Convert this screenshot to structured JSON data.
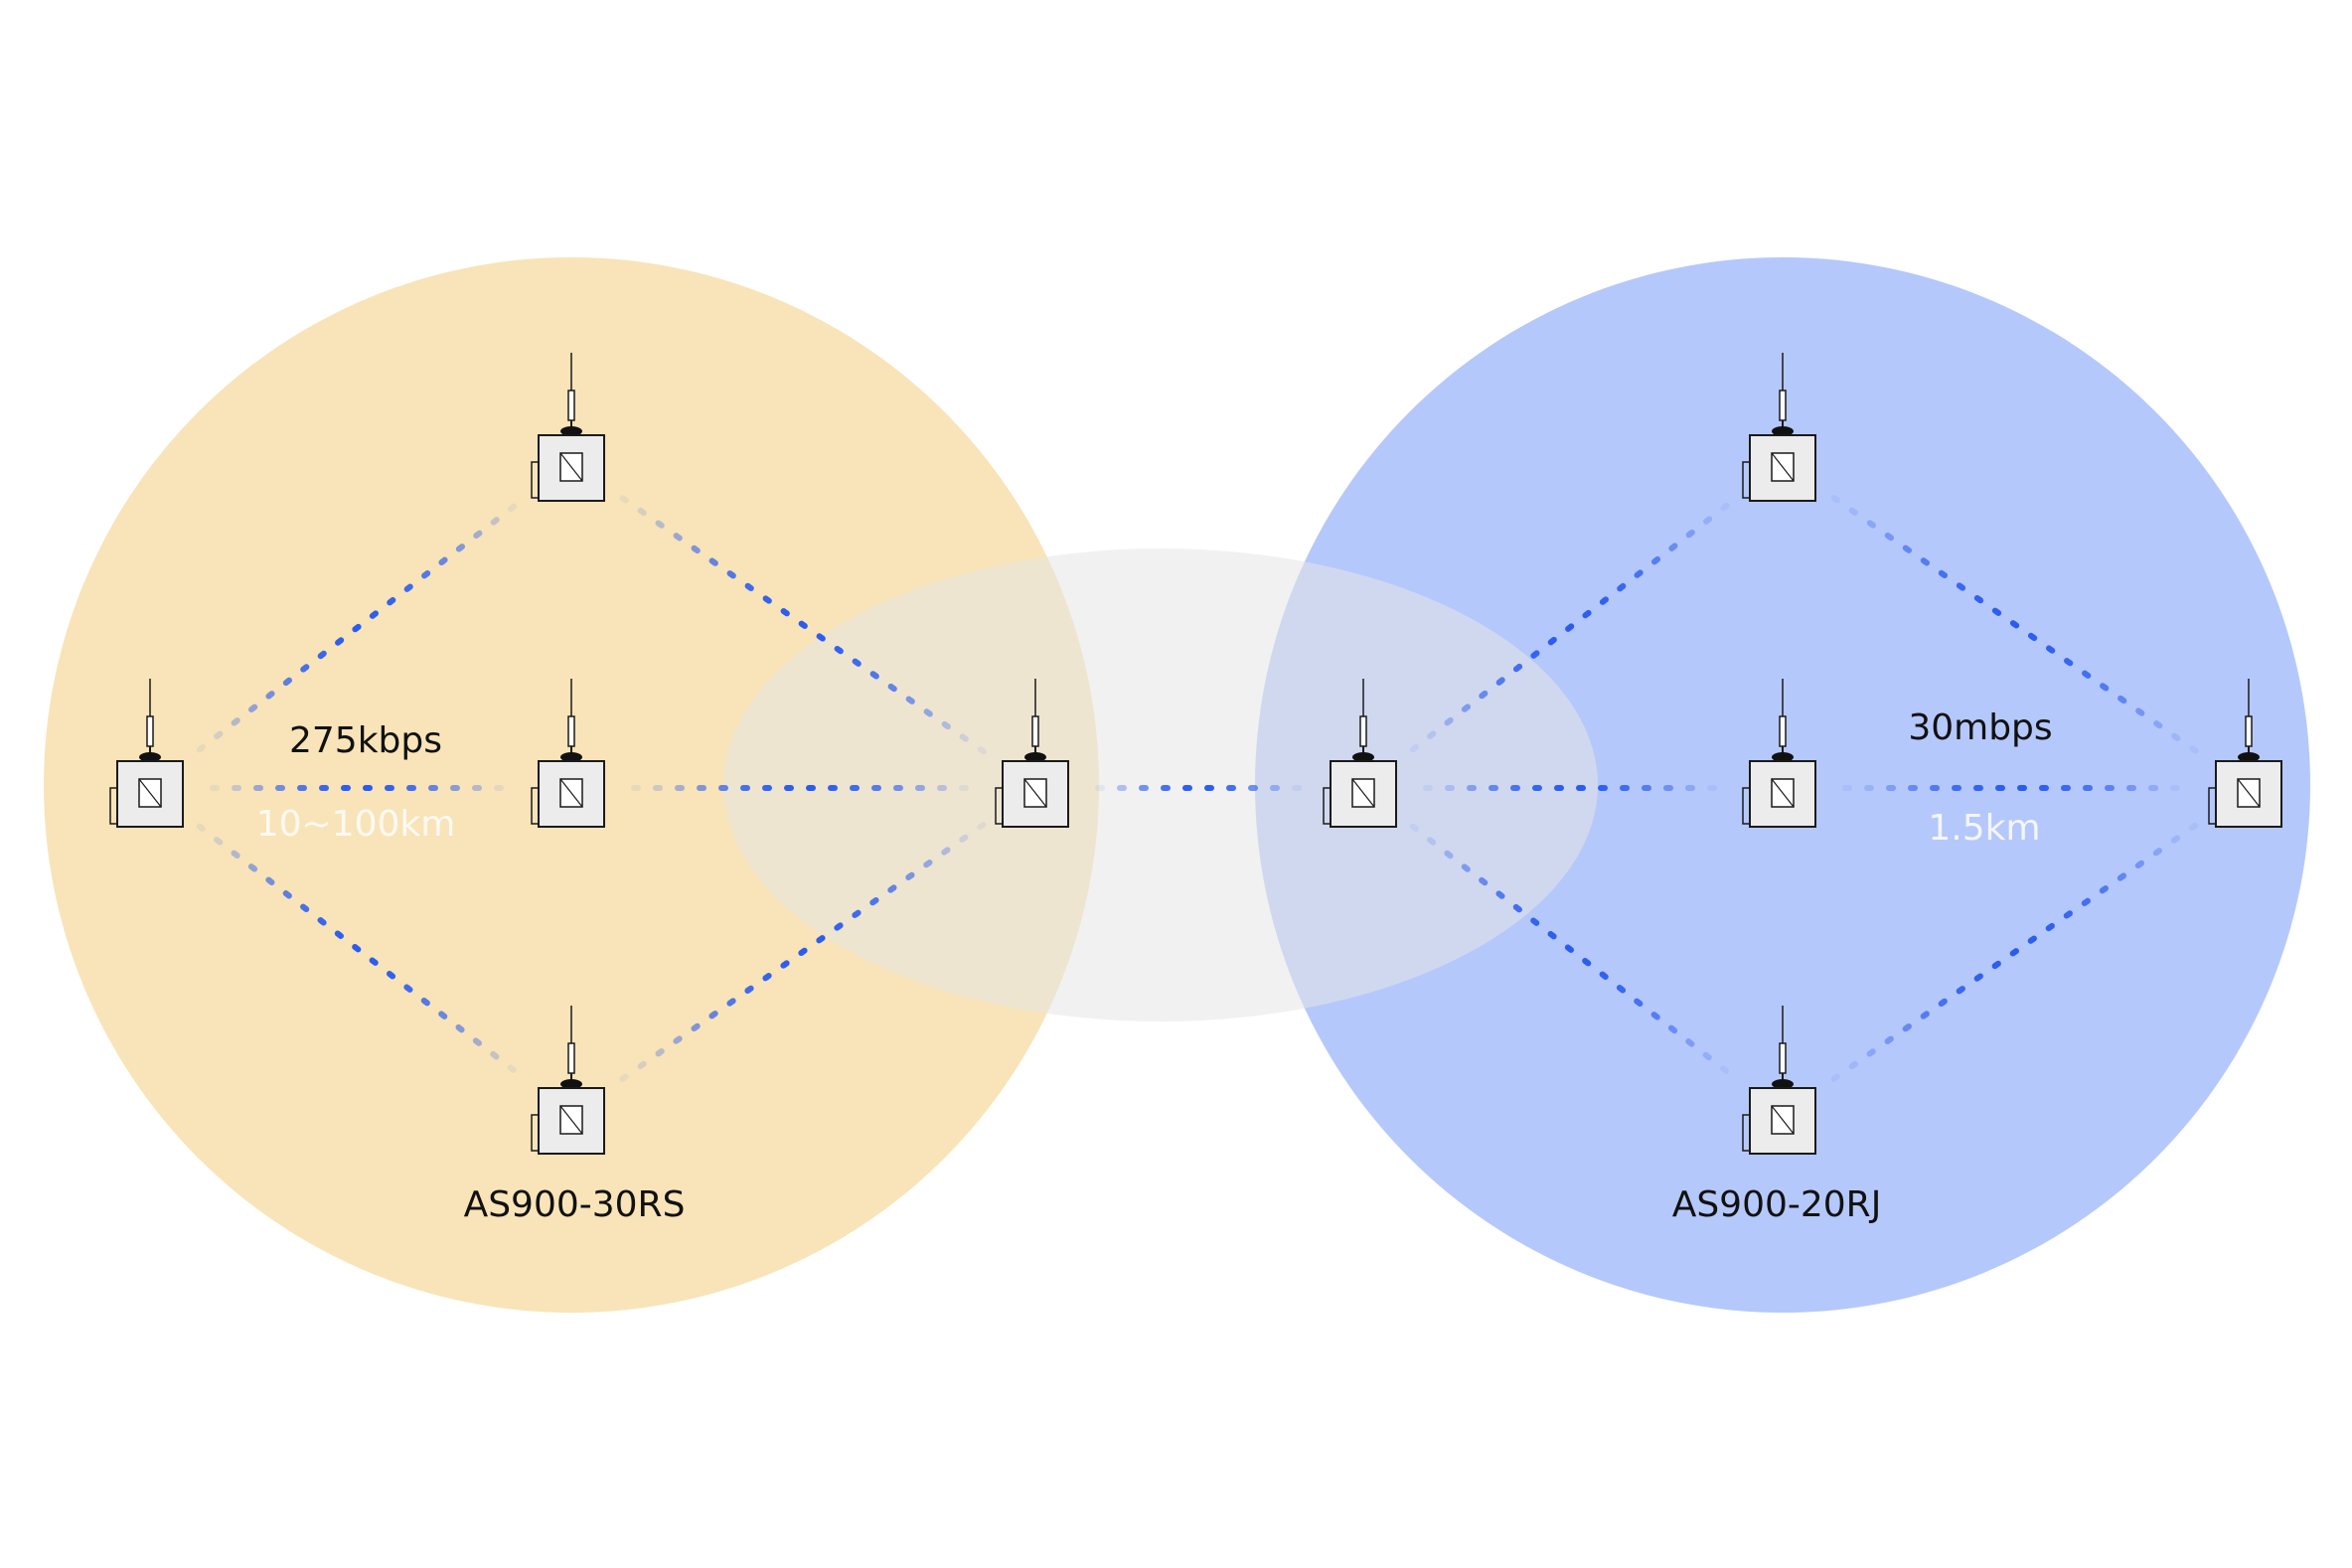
{
  "colors": {
    "left_zone": "#f8e4b8",
    "right_zone": "#b5c8fb",
    "overlap_zone": "#e6e6e6",
    "link": "#2a5cf0",
    "device_fill": "#ececec",
    "device_stroke": "#1a1a1a",
    "background": "#ffffff"
  },
  "left_network": {
    "model": "AS900-30RS",
    "rate": "275kbps",
    "range": "10~100km"
  },
  "right_network": {
    "model": "AS900-20RJ",
    "rate": "30mbps",
    "range": "1.5km"
  },
  "device_icon": "radio-modem-icon"
}
